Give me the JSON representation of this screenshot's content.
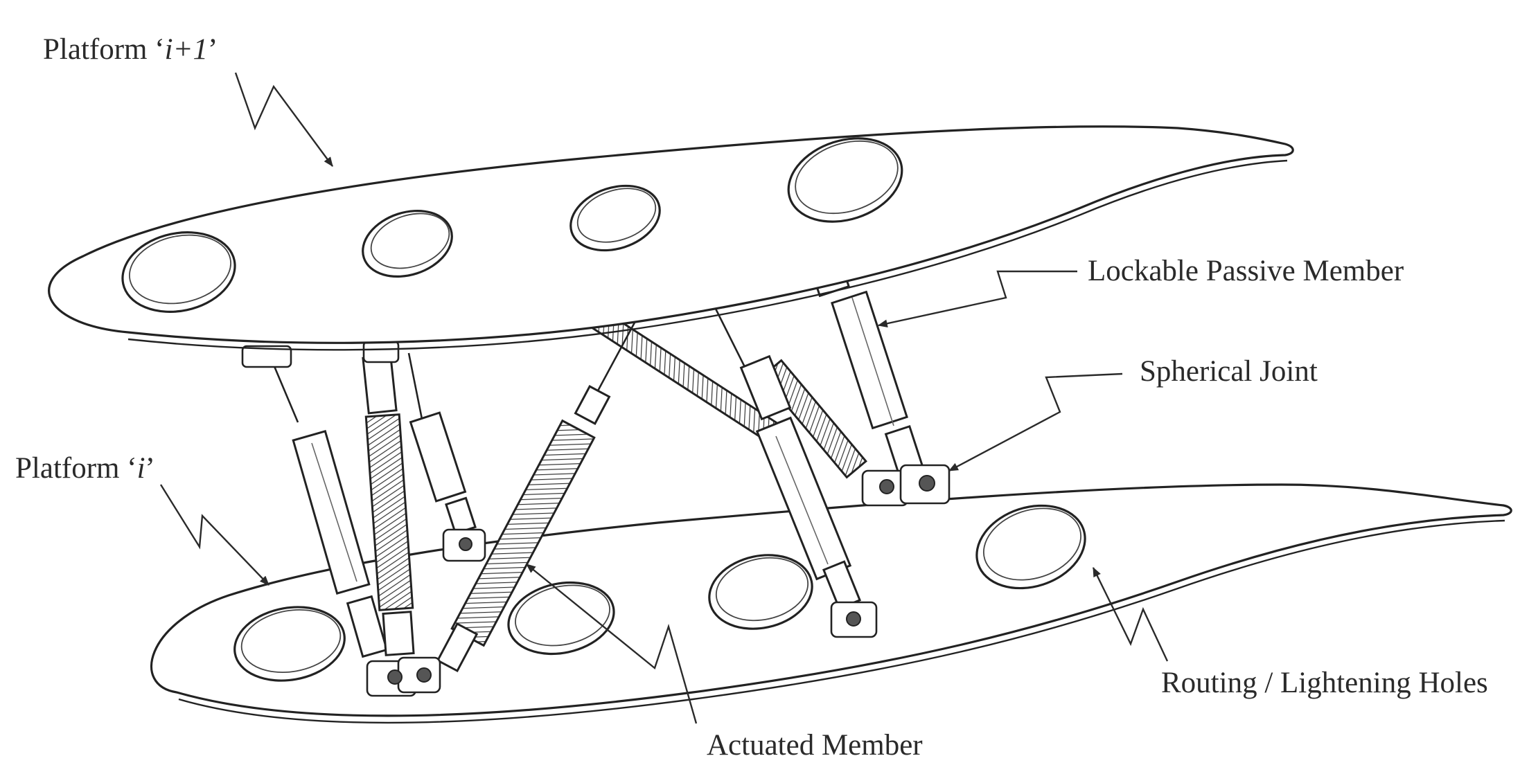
{
  "labels": {
    "platform_upper_prefix": "Platform ‘",
    "platform_upper_index": "i+1",
    "platform_upper_suffix": "’",
    "platform_lower_prefix": "Platform ‘",
    "platform_lower_index": "i",
    "platform_lower_suffix": "’",
    "lockable_passive_member": "Lockable Passive Member",
    "spherical_joint": "Spherical Joint",
    "actuated_member": "Actuated Member",
    "routing_lightening_holes": "Routing / Lightening Holes"
  }
}
